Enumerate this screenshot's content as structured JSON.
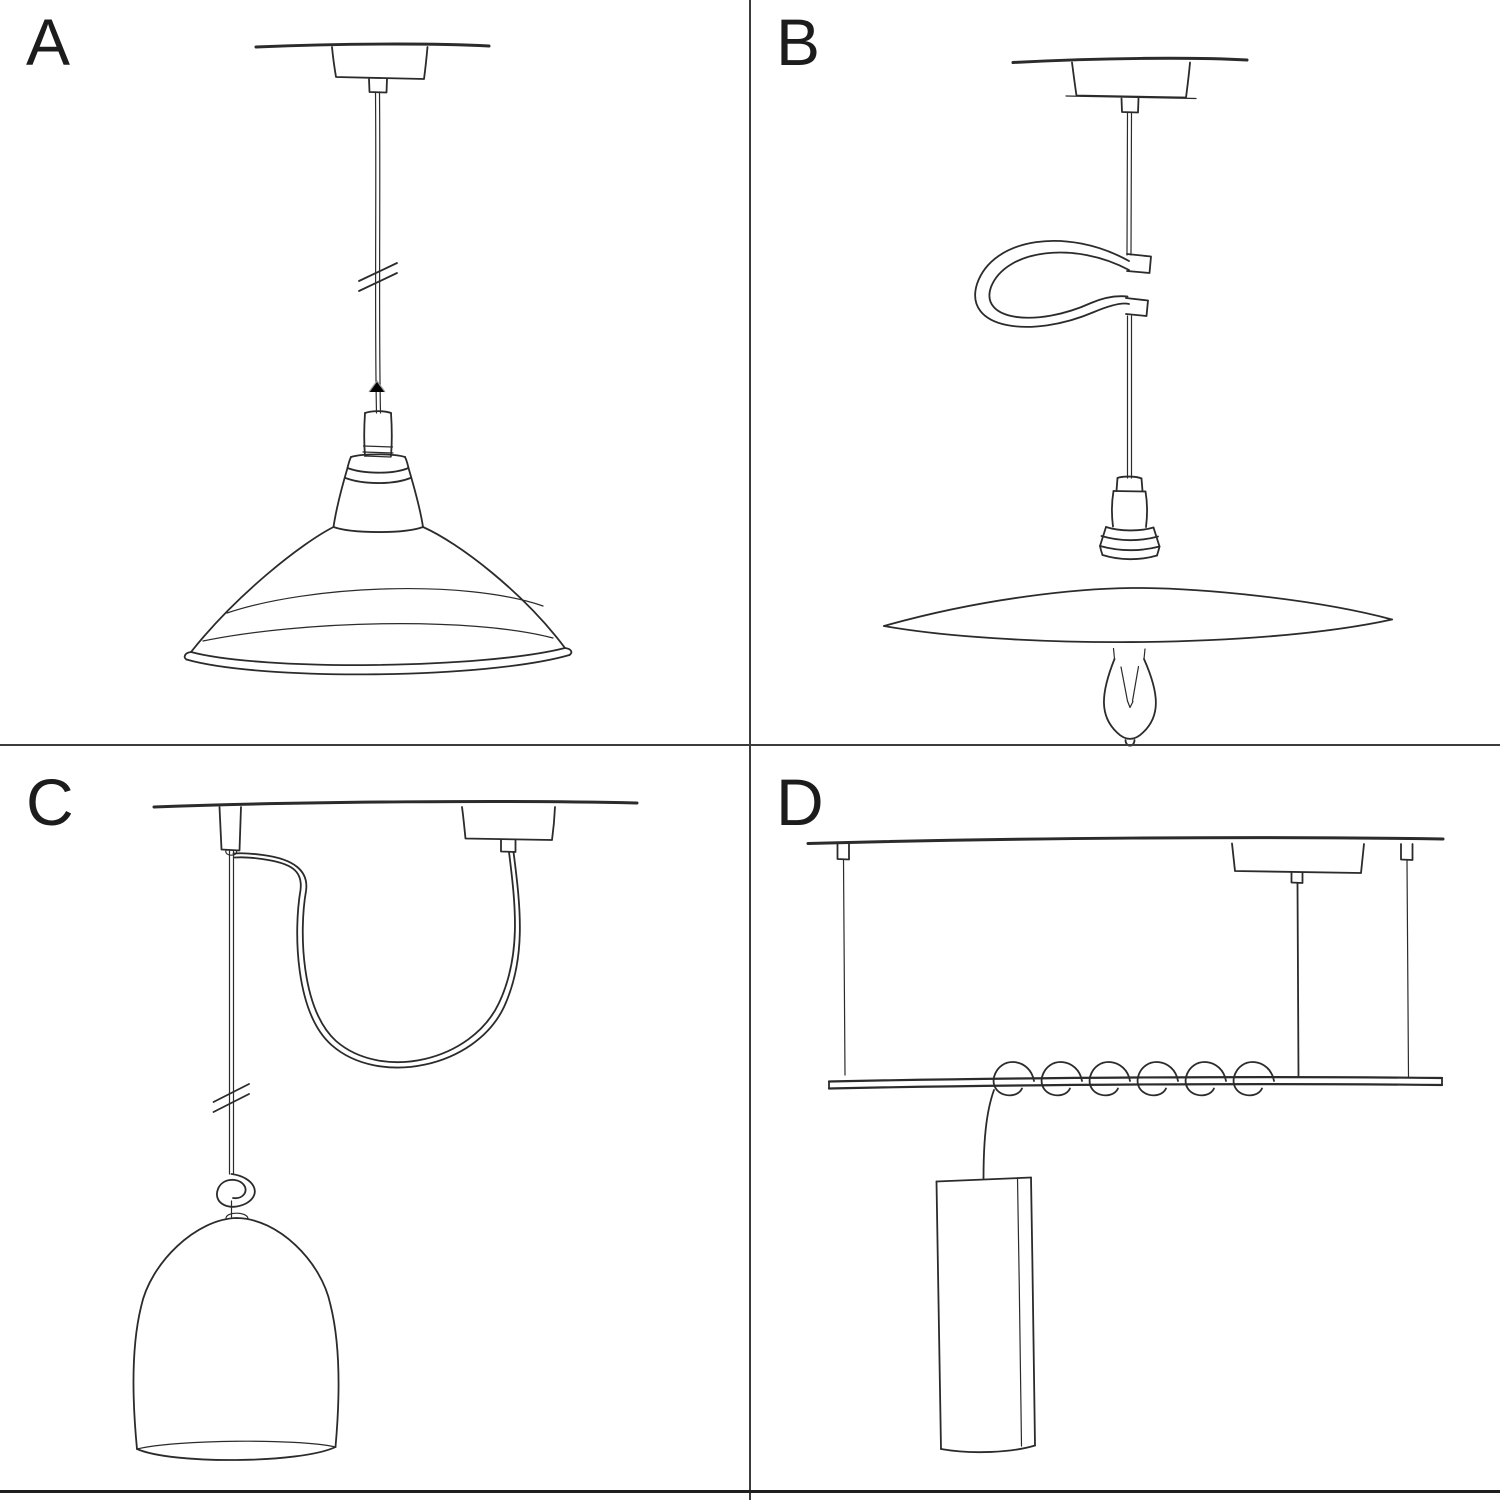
{
  "figure": {
    "panels": [
      {
        "label": "A",
        "illustration": "straight-pendant-industrial-shade"
      },
      {
        "label": "B",
        "illustration": "pendant-cable-loop-flat-dish-shade-bulb"
      },
      {
        "label": "C",
        "illustration": "swag-pendant-hook-knot-bell-dome-shade"
      },
      {
        "label": "D",
        "illustration": "suspension-bar-wrapped-cable-tube-shade"
      }
    ],
    "colors": {
      "background": "#ffffff",
      "ink": "#2b2b2b",
      "divider": "#3c3c3c"
    }
  }
}
